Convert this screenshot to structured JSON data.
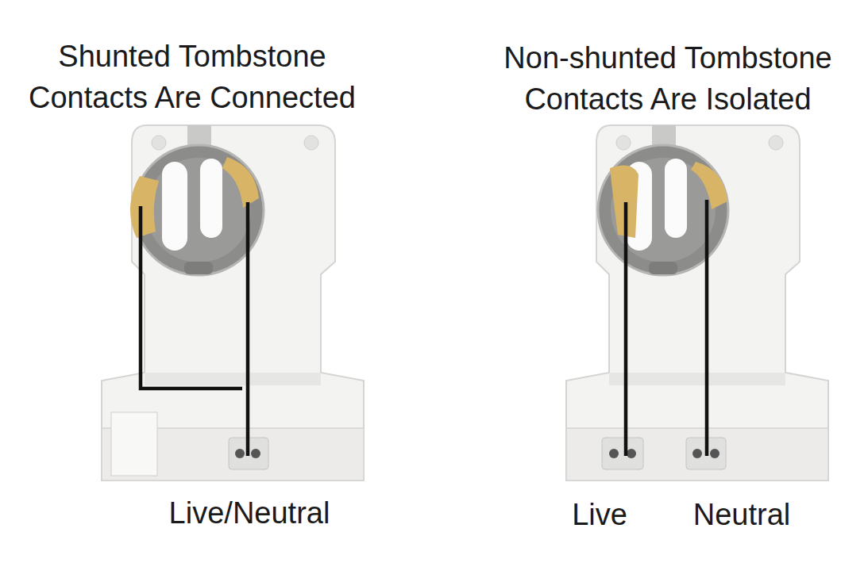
{
  "diagram": {
    "labels": [
      "Shunted Tombstone Contacts Are Connected",
      "Non-shunted Tombstone Contacts Are Isolated",
      "Live/Neutral",
      "Live",
      "Neutral"
    ]
  }
}
